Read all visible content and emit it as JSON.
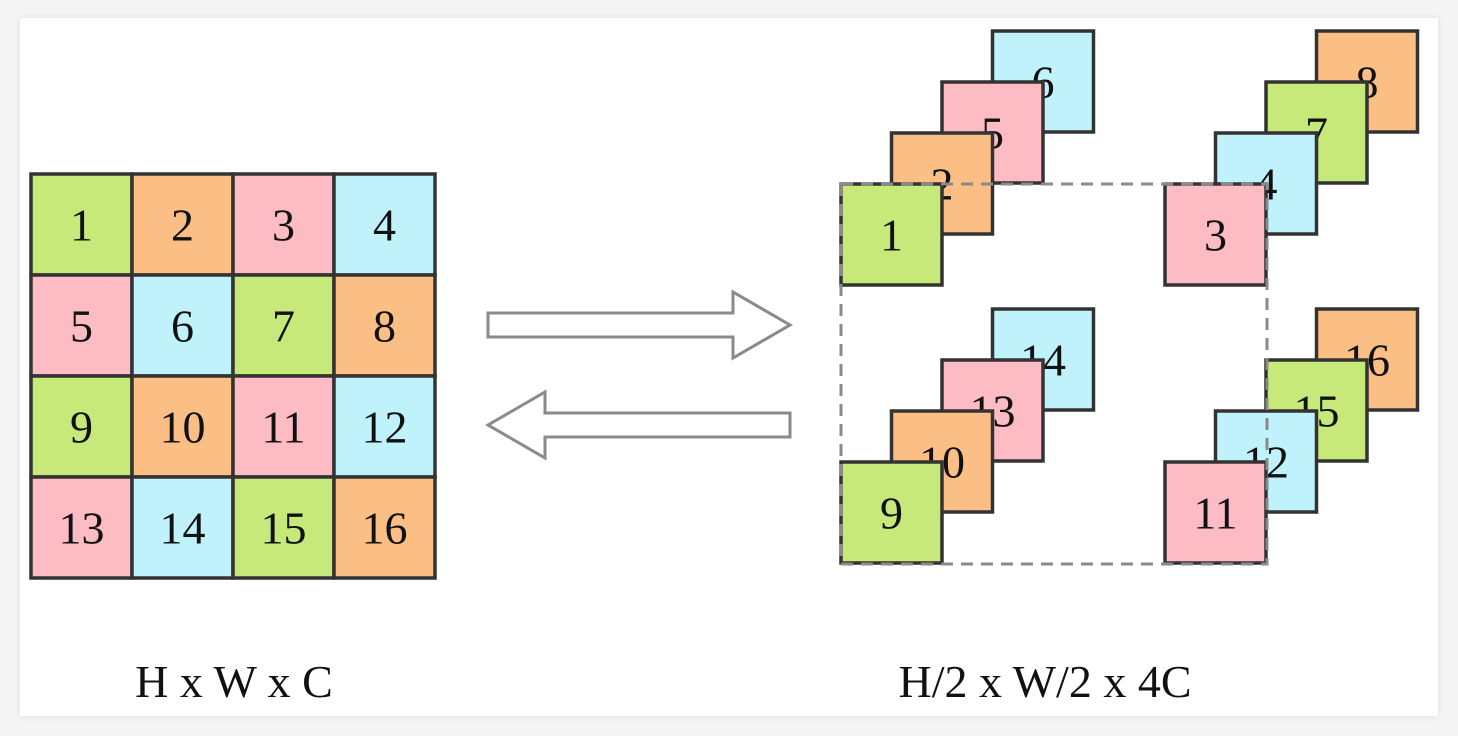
{
  "colors": {
    "green": "#c6e97a",
    "orange": "#fbbf86",
    "pink": "#fdbcc3",
    "cyan": "#c0f2fc",
    "stroke": "#333333",
    "arrow": "#8a8a8a",
    "dashed": "#8a8a8a"
  },
  "grid": {
    "cells": [
      {
        "label": "1",
        "color": "green"
      },
      {
        "label": "2",
        "color": "orange"
      },
      {
        "label": "3",
        "color": "pink"
      },
      {
        "label": "4",
        "color": "cyan"
      },
      {
        "label": "5",
        "color": "pink"
      },
      {
        "label": "6",
        "color": "cyan"
      },
      {
        "label": "7",
        "color": "green"
      },
      {
        "label": "8",
        "color": "orange"
      },
      {
        "label": "9",
        "color": "green"
      },
      {
        "label": "10",
        "color": "orange"
      },
      {
        "label": "11",
        "color": "pink"
      },
      {
        "label": "12",
        "color": "cyan"
      },
      {
        "label": "13",
        "color": "pink"
      },
      {
        "label": "14",
        "color": "cyan"
      },
      {
        "label": "15",
        "color": "green"
      },
      {
        "label": "16",
        "color": "orange"
      }
    ],
    "label": "H x W x C"
  },
  "stacks": {
    "groups": [
      {
        "cards": [
          {
            "label": "1",
            "color": "green"
          },
          {
            "label": "2",
            "color": "orange"
          },
          {
            "label": "5",
            "color": "pink"
          },
          {
            "label": "6",
            "color": "cyan"
          }
        ]
      },
      {
        "cards": [
          {
            "label": "3",
            "color": "pink"
          },
          {
            "label": "4",
            "color": "cyan"
          },
          {
            "label": "7",
            "color": "green"
          },
          {
            "label": "8",
            "color": "orange"
          }
        ]
      },
      {
        "cards": [
          {
            "label": "9",
            "color": "green"
          },
          {
            "label": "10",
            "color": "orange"
          },
          {
            "label": "13",
            "color": "pink"
          },
          {
            "label": "14",
            "color": "cyan"
          }
        ]
      },
      {
        "cards": [
          {
            "label": "11",
            "color": "pink"
          },
          {
            "label": "12",
            "color": "cyan"
          },
          {
            "label": "15",
            "color": "green"
          },
          {
            "label": "16",
            "color": "orange"
          }
        ]
      }
    ],
    "label": "H/2 x W/2 x 4C"
  }
}
